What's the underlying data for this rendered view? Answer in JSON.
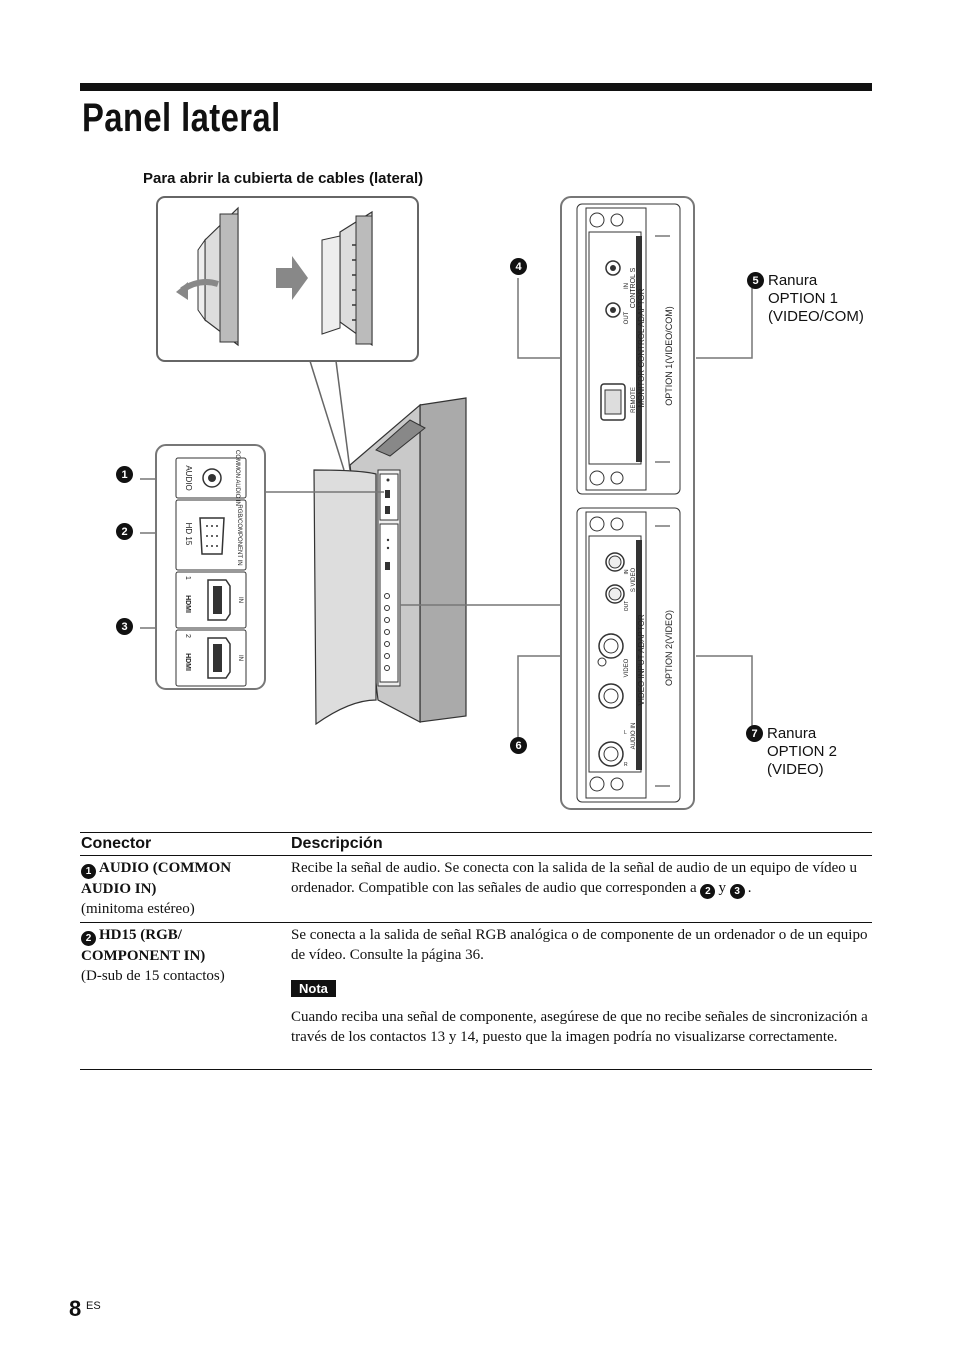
{
  "page": {
    "title": "Panel lateral",
    "page_number": "8",
    "language": "ES"
  },
  "diagram": {
    "cover_caption": "Para abrir la cubierta de cables (lateral)",
    "callouts": [
      "1",
      "2",
      "3",
      "4",
      "5",
      "6",
      "7"
    ],
    "slot_option1": {
      "num": "5",
      "lines": [
        "Ranura",
        "OPTION 1",
        "(VIDEO/COM)"
      ]
    },
    "slot_option2": {
      "num": "7",
      "lines": [
        "Ranura",
        "OPTION 2",
        "(VIDEO)"
      ]
    },
    "side_labels": {
      "audio": "AUDIO",
      "common_audio_in": "COMMON AUDIO IN",
      "hd15": "HD 15",
      "rgb_component_in": "RGB/COMPONENT IN",
      "hdmi": "HDMI",
      "hdmi1_num": "1",
      "hdmi2_num": "2",
      "in": "IN"
    },
    "option1_labels": {
      "slot": "OPTION 1(VIDEO/COM)",
      "adaptor": "MONITOR CONTROL ADAPTOR",
      "control_s": "CONTROL S",
      "in": "IN",
      "out": "OUT",
      "remote": "REMOTE"
    },
    "option2_labels": {
      "slot": "OPTION 2(VIDEO)",
      "adaptor": "VIDEO INPUT ADAPTOR",
      "s_video": "S VIDEO",
      "video": "VIDEO",
      "audio_in": "AUDIO IN",
      "in": "IN",
      "out": "OUT",
      "l": "L",
      "r": "R"
    }
  },
  "table": {
    "header_connector": "Conector",
    "header_description": "Descripción",
    "rows": [
      {
        "num": "1",
        "name_bold": "AUDIO (COMMON AUDIO IN)",
        "name_sub": "(minitoma estéreo)",
        "desc_before": "Recibe la señal de audio. Se conecta con la salida de la señal de audio de un equipo de vídeo u ordenador. Compatible con las señales de audio que corresponden a",
        "desc_ref1": "2",
        "desc_mid": "y",
        "desc_ref2": "3",
        "desc_after": "."
      },
      {
        "num": "2",
        "name_bold": "HD15 (RGB/ COMPONENT IN)",
        "name_sub": "(D-sub de 15 contactos)",
        "desc": "Se conecta a la salida de señal RGB analógica o de componente de un ordenador o de un equipo de vídeo. Consulte la página 36.",
        "note_label": "Nota",
        "note_text": "Cuando reciba una señal de componente, asegúrese de que no recibe señales de sincronización a través de los contactos 13 y 14, puesto que la imagen podría no visualizarse correctamente."
      }
    ]
  }
}
